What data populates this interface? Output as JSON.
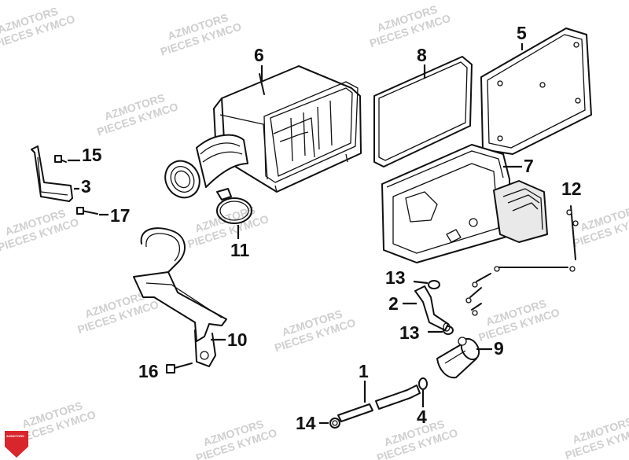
{
  "watermark": {
    "line1": "AZMOTORS",
    "line2": "PIECES KYMCO"
  },
  "logo": {
    "text": "AZMOTORS",
    "color": "#d8262c"
  },
  "labels": {
    "p1": "1",
    "p2": "2",
    "p3": "3",
    "p4": "4",
    "p5": "5",
    "p6": "6",
    "p7": "7",
    "p8": "8",
    "p9": "9",
    "p10": "10",
    "p11": "11",
    "p12": "12",
    "p13a": "13",
    "p13b": "13",
    "p14": "14",
    "p15": "15",
    "p16": "16",
    "p17": "17"
  }
}
